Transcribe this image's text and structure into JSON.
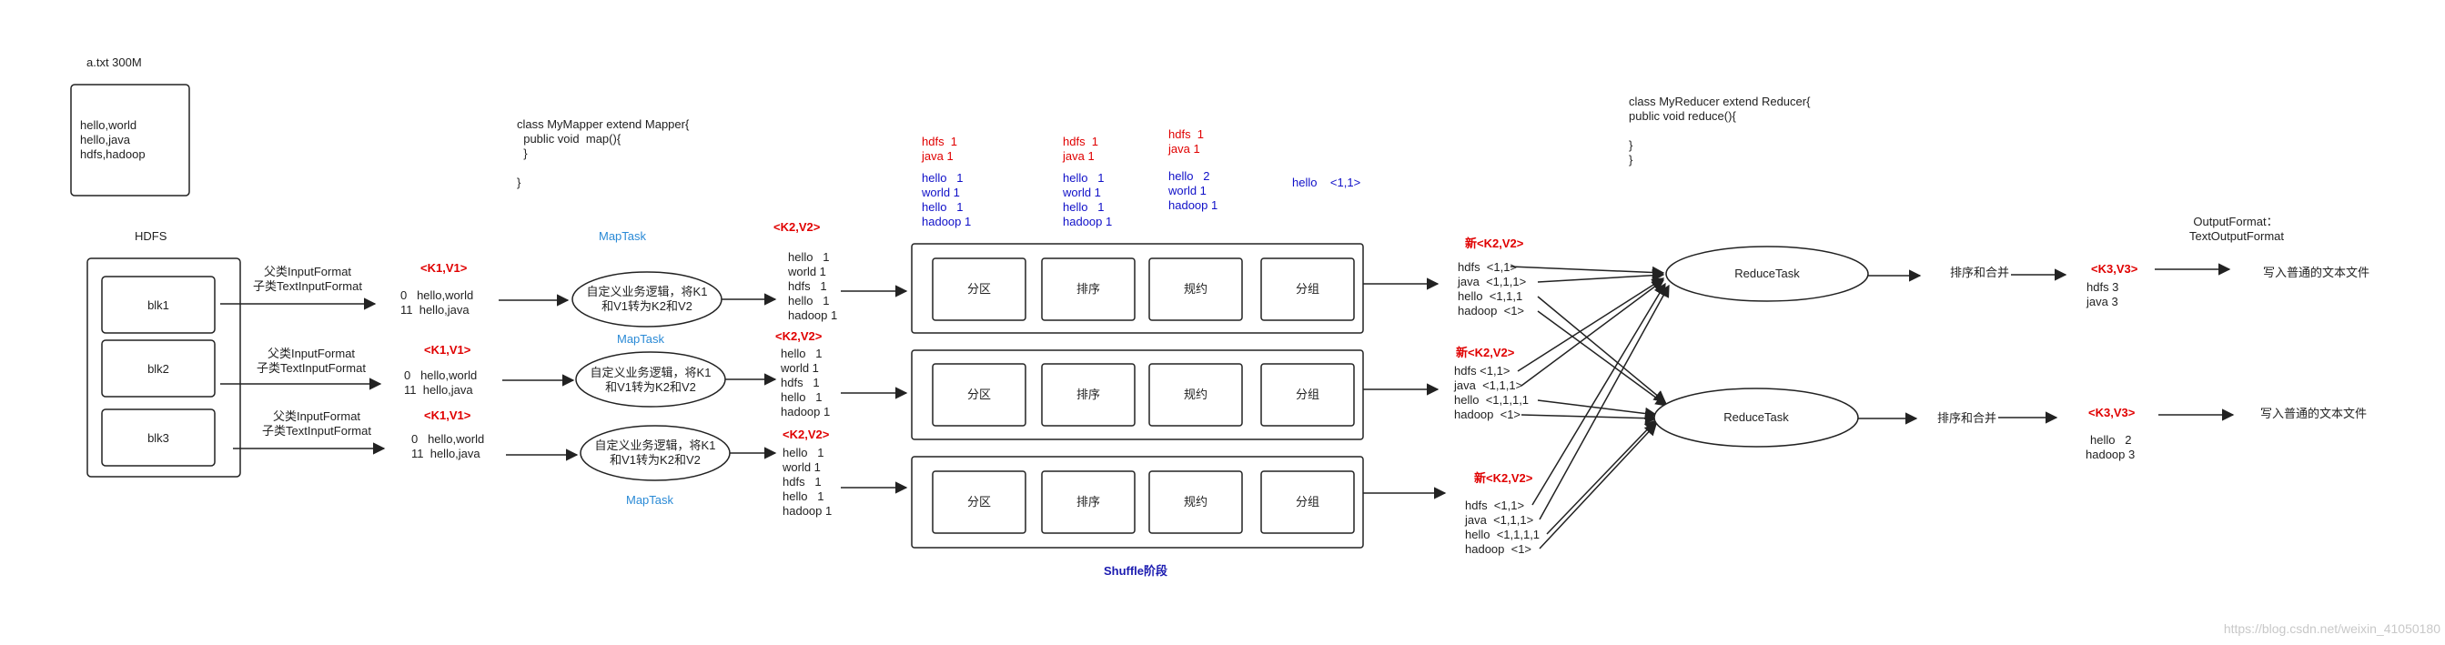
{
  "file": {
    "title": "a.txt 300M",
    "lines": [
      "hello,world",
      "hello,java",
      "hdfs,hadoop"
    ]
  },
  "hdfs": {
    "title": "HDFS",
    "blocks": [
      "blk1",
      "blk2",
      "blk3"
    ]
  },
  "input_format": {
    "line1": "父类InputFormat",
    "line2": "子类TextInputFormat"
  },
  "kv1": {
    "label": "<K1,V1>",
    "groups": [
      [
        "0   hello,world",
        "11  hello,java"
      ],
      [
        "0   hello,world",
        "11  hello,java"
      ],
      [
        "0   hello,world",
        "11  hello,java"
      ]
    ]
  },
  "mapper_code": [
    "class MyMapper extend Mapper{",
    "  public void  map(){",
    "  }",
    "",
    "}"
  ],
  "map_task": {
    "label": "MapTask",
    "ellipse_line1": "自定义业务逻辑，将K1",
    "ellipse_line2": "和V1转为K2和V2"
  },
  "kv2": {
    "label": "<K2,V2>",
    "groups": [
      [
        "hello   1",
        "world 1",
        "hdfs   1",
        "hello   1",
        "hadoop 1"
      ],
      [
        "hello   1",
        "world 1",
        "hdfs   1",
        "hello   1",
        "hadoop 1"
      ],
      [
        "hello   1",
        "world 1",
        "hdfs   1",
        "hello   1",
        "hadoop 1"
      ]
    ]
  },
  "shuffle": {
    "title": "Shuffle阶段",
    "steps": [
      "分区",
      "排序",
      "规约",
      "分组"
    ]
  },
  "top_annotations": {
    "col1_red": [
      "hdfs  1",
      "java 1"
    ],
    "col1_blue": [
      "hello   1",
      "world 1",
      "hello   1",
      "hadoop 1"
    ],
    "col2_red": [
      "hdfs  1",
      "java 1"
    ],
    "col2_blue": [
      "hello   1",
      "world 1",
      "hello   1",
      "hadoop 1"
    ],
    "col3_red": [
      "hdfs  1",
      "java 1"
    ],
    "col3_blue": [
      "hello   2",
      "world 1",
      "hadoop 1"
    ],
    "col4_blue": "hello    <1,1>"
  },
  "new_kv2": {
    "label": "新<K2,V2>",
    "groups": [
      [
        "hdfs  <1,1>",
        "java  <1,1,1>",
        "hello  <1,1,1",
        "hadoop  <1>"
      ],
      [
        "hdfs <1,1>",
        "java  <1,1,1>",
        "hello  <1,1,1,1",
        "hadoop  <1>"
      ],
      [
        "hdfs  <1,1>",
        "java  <1,1,1>",
        "hello  <1,1,1,1",
        "hadoop  <1>"
      ]
    ]
  },
  "reducer_code": [
    "class MyReducer extend Reducer{",
    "public void reduce(){",
    "",
    "}",
    "}"
  ],
  "reduce_task": {
    "label": "ReduceTask",
    "sort_merge": "排序和合并"
  },
  "kv3": {
    "label": "<K3,V3>",
    "groups": [
      [
        "hdfs 3",
        "java 3"
      ],
      [
        "hello   2",
        "hadoop 3"
      ]
    ]
  },
  "output_format": {
    "line1": "OutputFormat：",
    "line2": "TextOutputFormat"
  },
  "write_file": "写入普通的文本文件",
  "watermark": "https://blog.csdn.net/weixin_41050180",
  "colors": {
    "red": "#e00000",
    "blue": "#1010c8",
    "light_blue": "#2a8ad6",
    "navy": "#1b1bb0"
  }
}
